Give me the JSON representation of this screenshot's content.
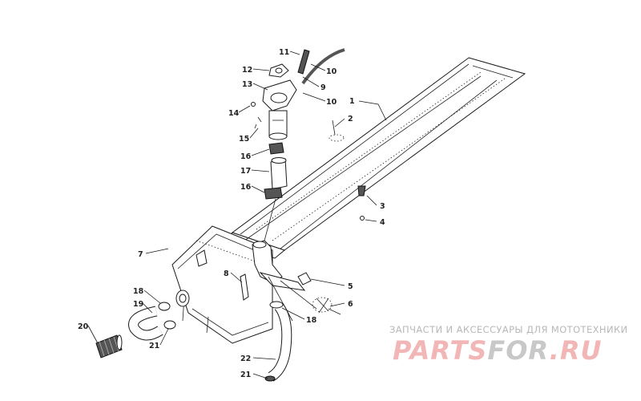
{
  "diagram": {
    "callouts": [
      "1",
      "2",
      "3",
      "4",
      "5",
      "6",
      "7",
      "8",
      "9",
      "10",
      "10",
      "11",
      "12",
      "13",
      "14",
      "15",
      "16",
      "16",
      "17",
      "18",
      "18",
      "19",
      "20",
      "21",
      "21",
      "22"
    ]
  },
  "watermark": {
    "text": "ЗАПЧАСТИ И АКСЕССУАРЫ ДЛЯ МОТОТЕХНИКИ",
    "logo_part1": "PARTS",
    "logo_part2": "FOR",
    "logo_part3": ".RU",
    "color_red": "#f2b6b6",
    "color_gray": "#c8c8c8"
  }
}
